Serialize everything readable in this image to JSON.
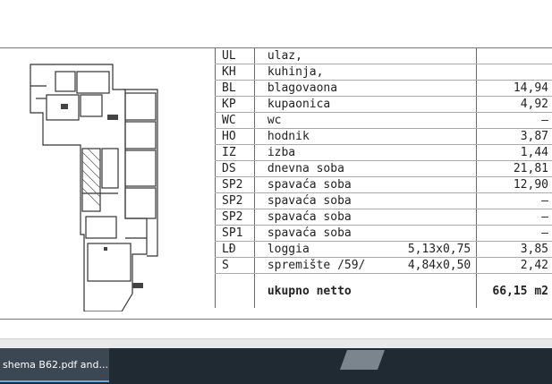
{
  "table": {
    "rows": [
      {
        "code": "UL",
        "name": "ulaz,",
        "dim": "",
        "area": ""
      },
      {
        "code": "KH",
        "name": "kuhinja,",
        "dim": "",
        "area": ""
      },
      {
        "code": "BL",
        "name": "blagovaona",
        "dim": "",
        "area": "14,94"
      },
      {
        "code": "KP",
        "name": "kupaonica",
        "dim": "",
        "area": "4,92"
      },
      {
        "code": "WC",
        "name": "wc",
        "dim": "",
        "area": "–"
      },
      {
        "code": "HO",
        "name": "hodnik",
        "dim": "",
        "area": "3,87"
      },
      {
        "code": "IZ",
        "name": "izba",
        "dim": "",
        "area": "1,44"
      },
      {
        "code": "DS",
        "name": "dnevna soba",
        "dim": "",
        "area": "21,81"
      },
      {
        "code": "SP2",
        "name": "spavaća soba",
        "dim": "",
        "area": "12,90"
      },
      {
        "code": "SP2",
        "name": "spavaća soba",
        "dim": "",
        "area": "–"
      },
      {
        "code": "SP2",
        "name": "spavaća soba",
        "dim": "",
        "area": "–"
      },
      {
        "code": "SP1",
        "name": "spavaća soba",
        "dim": "",
        "area": "–"
      },
      {
        "code": "LĐ",
        "name": "loggia",
        "dim": "5,13x0,75",
        "area": "3,85"
      },
      {
        "code": "S",
        "name": "spremište /59/",
        "dim": "4,84x0,50",
        "area": "2,42"
      }
    ],
    "total_label": "ukupno netto",
    "total_value": "66,15 m2"
  },
  "taskbar": {
    "active_task": "shema B62.pdf and..."
  },
  "colors": {
    "taskbar_bg": "#1f2a33",
    "active_task_bg": "#3b4752",
    "active_indicator": "#6fa8dc"
  }
}
